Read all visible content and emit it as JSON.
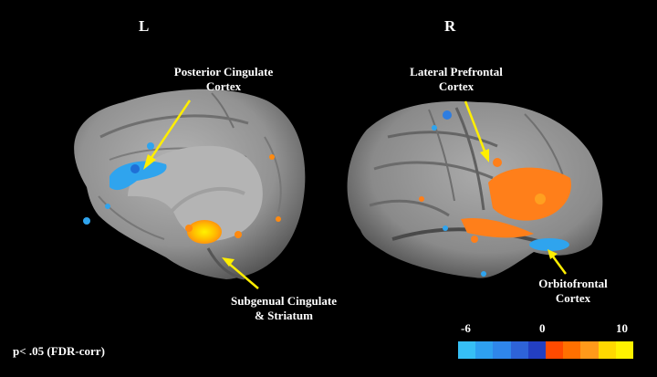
{
  "hemispheres": {
    "left": "L",
    "right": "R"
  },
  "annotations": {
    "posterior_cingulate": "Posterior Cingulate\nCortex",
    "lateral_prefrontal": "Lateral Prefrontal\nCortex",
    "subgenual": "Subgenual Cingulate\n& Striatum",
    "orbitofrontal": "Orbitofrontal\nCortex"
  },
  "threshold_note": "p< .05 (FDR-corr)",
  "colorbar": {
    "ticks": {
      "min": "-6",
      "zero": "0",
      "max": "10"
    },
    "colors": [
      "#36bff5",
      "#2ea0f0",
      "#2f86ea",
      "#2e63d8",
      "#233fc2",
      "#ff4a00",
      "#ff7000",
      "#ff9a1a",
      "#ffd800",
      "#fff200"
    ]
  },
  "colors": {
    "arrow": "#ffee00",
    "cortex": "#9a9a9a",
    "positive": "#ff7f1a",
    "negative": "#2fa4ee"
  }
}
